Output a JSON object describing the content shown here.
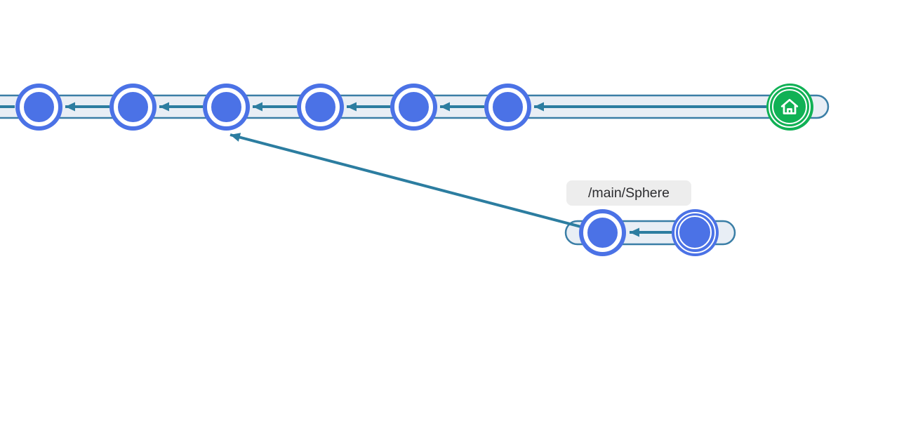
{
  "branch_label": "/main/Sphere",
  "colors": {
    "canvas_bg": "#ffffff",
    "node_blue": "#4b72e6",
    "track_fill": "#e8eef5",
    "track_border": "#3a7ea6",
    "arrow_teal": "#2c7da0",
    "home_green": "#10b155",
    "label_bg": "#ededed",
    "label_text": "#2d2d30"
  },
  "graph": {
    "main_track": {
      "flow_direction": "right-to-left",
      "nodes": [
        {
          "type": "checkpoint"
        },
        {
          "type": "checkpoint"
        },
        {
          "type": "checkpoint"
        },
        {
          "type": "checkpoint"
        },
        {
          "type": "checkpoint"
        },
        {
          "type": "checkpoint"
        },
        {
          "type": "origin-home",
          "icon": "home-icon",
          "color": "#10b155"
        }
      ],
      "continues_offscreen_left": true
    },
    "branch_track": {
      "label": "/main/Sphere",
      "nodes": [
        {
          "type": "checkpoint"
        },
        {
          "type": "current-checkpoint",
          "style": "double-ring"
        }
      ],
      "merge_arrow_target": "main-track node 3"
    }
  }
}
